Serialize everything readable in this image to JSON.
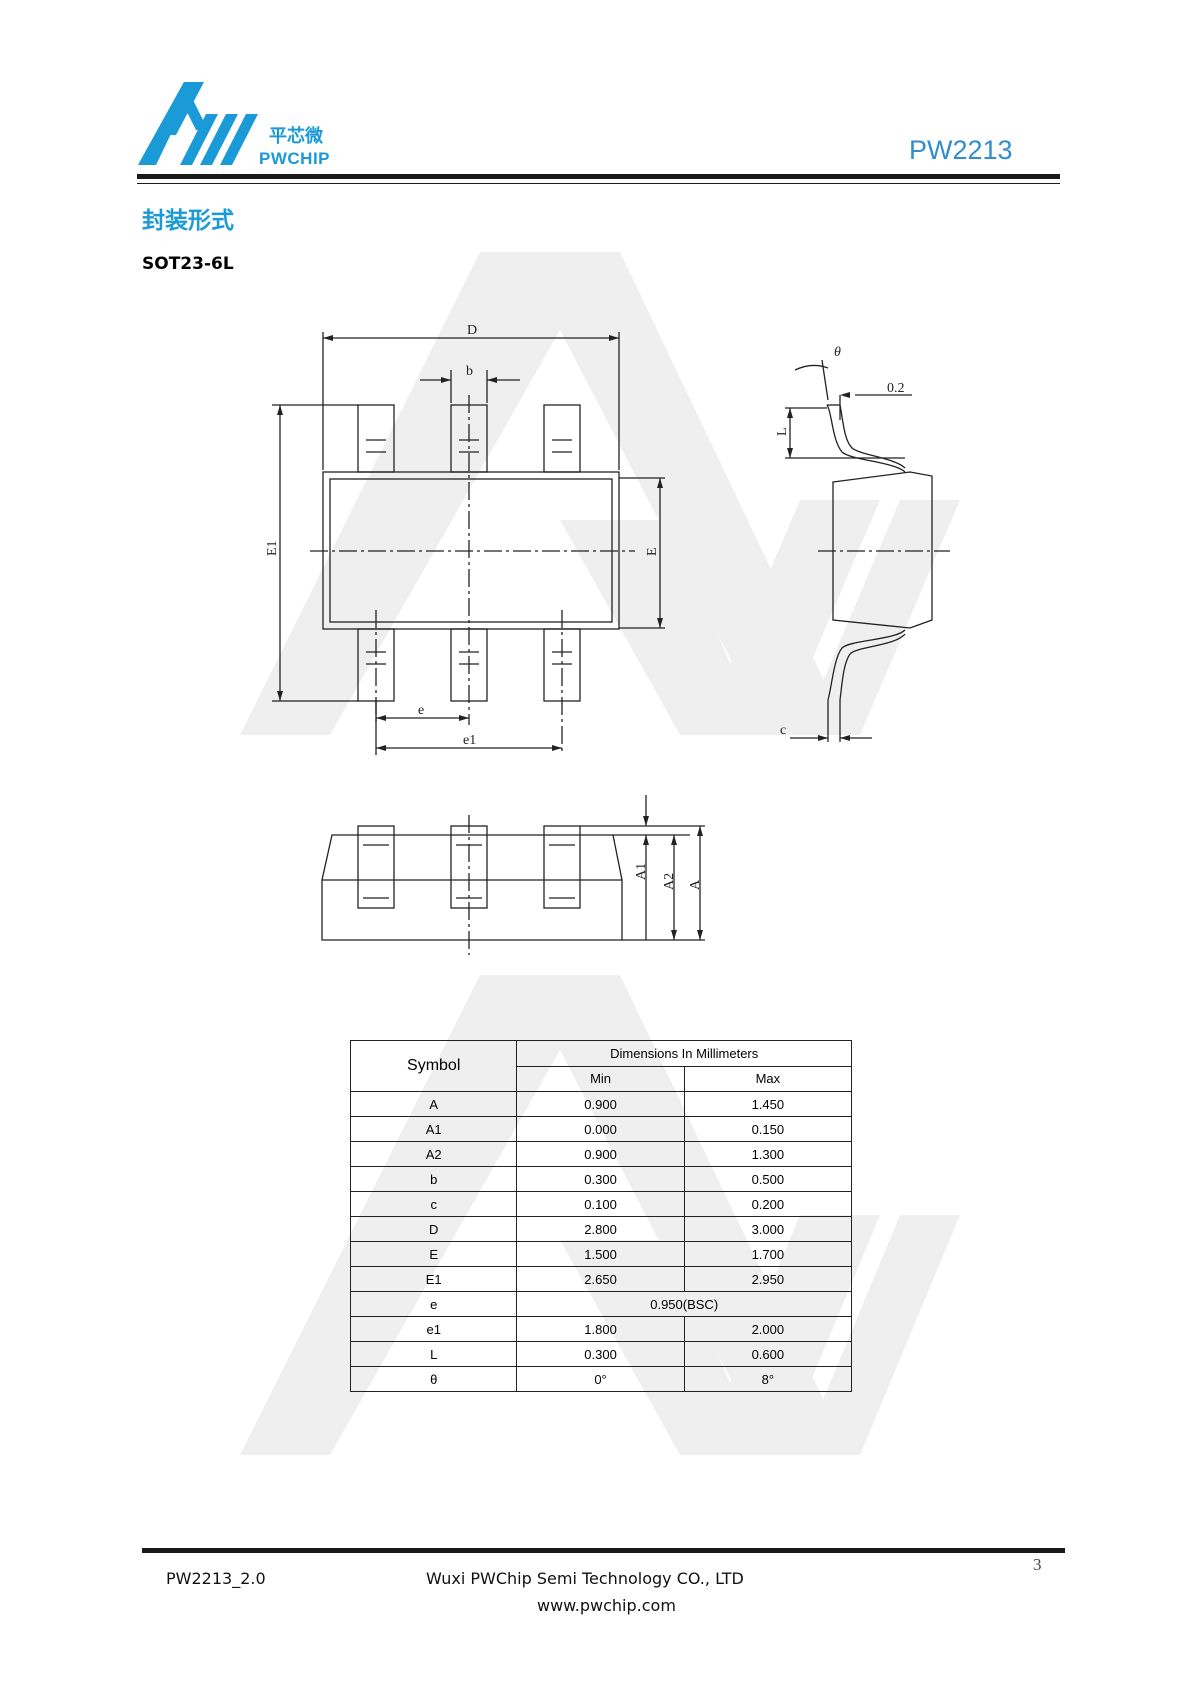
{
  "header": {
    "logo_cn": "平芯微",
    "logo_en": "PWCHIP",
    "part_number": "PW2213"
  },
  "section_title": "封装形式",
  "package_name": "SOT23-6L",
  "drawing_labels": {
    "D": "D",
    "b": "b",
    "E1": "E1",
    "E": "E",
    "e": "e",
    "e1": "e1",
    "theta": "θ",
    "tol": "0.2",
    "L": "L",
    "c": "c",
    "A1": "A1",
    "A2": "A2",
    "A": "A"
  },
  "table": {
    "symbol_header": "Symbol",
    "dims_header": "Dimensions In Millimeters",
    "min_header": "Min",
    "max_header": "Max",
    "rows": [
      {
        "symbol": "A",
        "min": "0.900",
        "max": "1.450"
      },
      {
        "symbol": "A1",
        "min": "0.000",
        "max": "0.150"
      },
      {
        "symbol": "A2",
        "min": "0.900",
        "max": "1.300"
      },
      {
        "symbol": "b",
        "min": "0.300",
        "max": "0.500"
      },
      {
        "symbol": "c",
        "min": "0.100",
        "max": "0.200"
      },
      {
        "symbol": "D",
        "min": "2.800",
        "max": "3.000"
      },
      {
        "symbol": "E",
        "min": "1.500",
        "max": "1.700"
      },
      {
        "symbol": "E1",
        "min": "2.650",
        "max": "2.950"
      },
      {
        "symbol": "e",
        "span": "0.950(BSC)"
      },
      {
        "symbol": "e1",
        "min": "1.800",
        "max": "2.000"
      },
      {
        "symbol": "L",
        "min": "0.300",
        "max": "0.600"
      },
      {
        "symbol": "θ",
        "min": "0°",
        "max": "8°"
      }
    ]
  },
  "footer": {
    "doc_version": "PW2213_2.0",
    "company": "Wuxi PWChip Semi Technology CO., LTD",
    "website": "www.pwchip.com",
    "page_number": "3"
  }
}
